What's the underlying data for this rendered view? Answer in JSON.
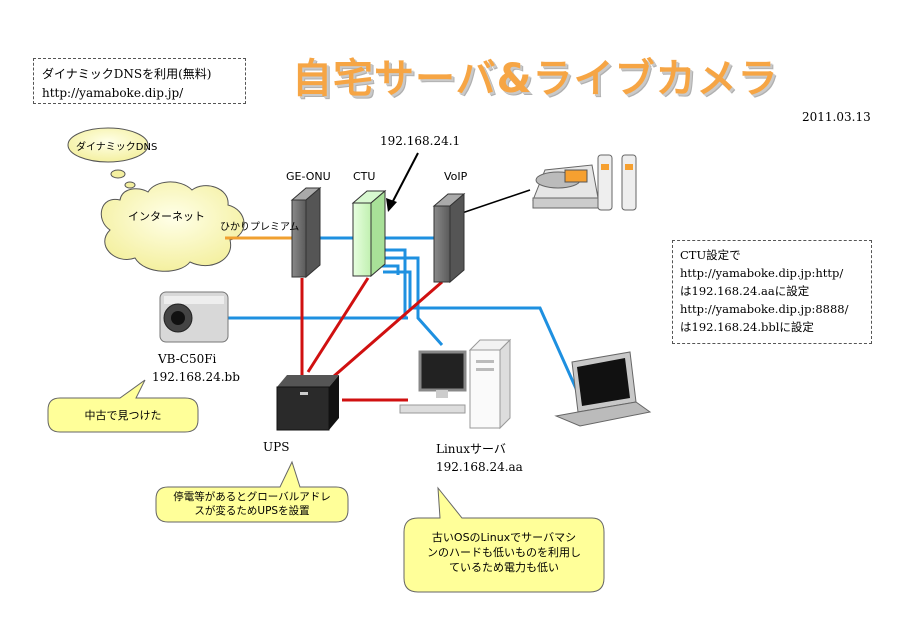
{
  "title": "自宅サーバ&ライブカメラ",
  "date": "2011.03.13",
  "dns_note": {
    "line1": "ダイナミックDNSを利用(無料)",
    "line2": "http://yamaboke.dip.jp/"
  },
  "ctu_note": {
    "line1": "CTU設定で",
    "line2": "http://yamaboke.dip.jp:http/",
    "line3": "は192.168.24.aaに設定",
    "line4": "http://yamaboke.dip.jp:8888/",
    "line5": "は192.168.24.bblに設定"
  },
  "cloud_dns": "ダイナミックDNS",
  "cloud_internet": "インターネット",
  "hikari_label": "ひかりプレミアム",
  "ctu_ip": "192.168.24.1",
  "devices": {
    "ge_onu": "GE-ONU",
    "ctu": "CTU",
    "voip": "VoIP"
  },
  "camera": {
    "model": "VB-C50Fi",
    "ip": "192.168.24.bb"
  },
  "ups": {
    "label": "UPS"
  },
  "linux": {
    "label": "Linuxサーバ",
    "ip": "192.168.24.aa"
  },
  "callouts": {
    "camera": "中古で見つけた",
    "ups_line1": "停電等があるとグローバルアドレ",
    "ups_line2": "スが変るためUPSを設置",
    "linux_line1": "古いOSのLinuxでサーバマシ",
    "linux_line2": "ンのハードも低いものを利用し",
    "linux_line3": "ているため電力も低い"
  },
  "colors": {
    "lan": "#1e90e0",
    "power": "#d01010",
    "wan": "#f0a030",
    "title": "#f6a544"
  }
}
